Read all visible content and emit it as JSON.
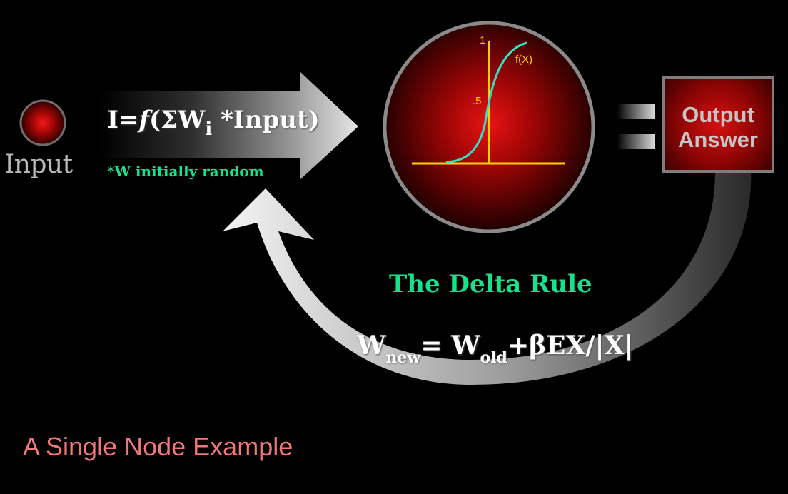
{
  "input": {
    "label": "Input"
  },
  "forward_formula": {
    "lhs": "I=",
    "f": "f",
    "open": "(ΣW",
    "sub": "i",
    "rest": " *Input)"
  },
  "init_note": "*W initially random",
  "activation_plot": {
    "y_max_label": "1",
    "y_mid_label": ".5",
    "curve_label": "f(X)"
  },
  "output": {
    "line1": "Output",
    "line2": "Answer"
  },
  "feedback": {
    "title": "The Delta Rule",
    "formula": {
      "w1": "W",
      "sub_new": "new",
      "eq": "= W",
      "sub_old": "old",
      "rest": "+βEX/|X|"
    }
  },
  "caption": "A Single Node Example",
  "colors": {
    "accent_green": "#17e28c",
    "plot_yellow": "#ffd000",
    "curve_cyan": "#36e0c8",
    "caption_pink": "#f07878",
    "node_red": "#d61010"
  }
}
